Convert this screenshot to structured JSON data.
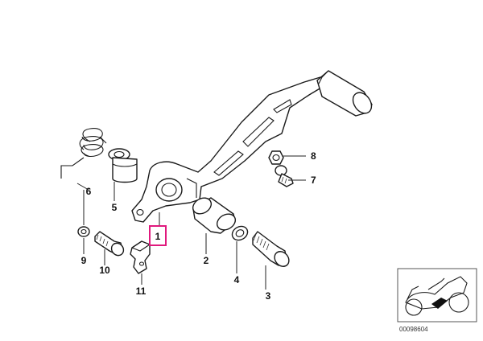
{
  "diagram": {
    "figure_id": "00098604",
    "highlight_color": "#e0197d",
    "callouts": [
      {
        "id": "c1",
        "label": "1"
      },
      {
        "id": "c2",
        "label": "2"
      },
      {
        "id": "c3",
        "label": "3"
      },
      {
        "id": "c4",
        "label": "4"
      },
      {
        "id": "c5",
        "label": "5"
      },
      {
        "id": "c6",
        "label": "6"
      },
      {
        "id": "c7",
        "label": "7"
      },
      {
        "id": "c8",
        "label": "8"
      },
      {
        "id": "c9",
        "label": "9"
      },
      {
        "id": "c10",
        "label": "10"
      },
      {
        "id": "c11",
        "label": "11"
      }
    ]
  }
}
